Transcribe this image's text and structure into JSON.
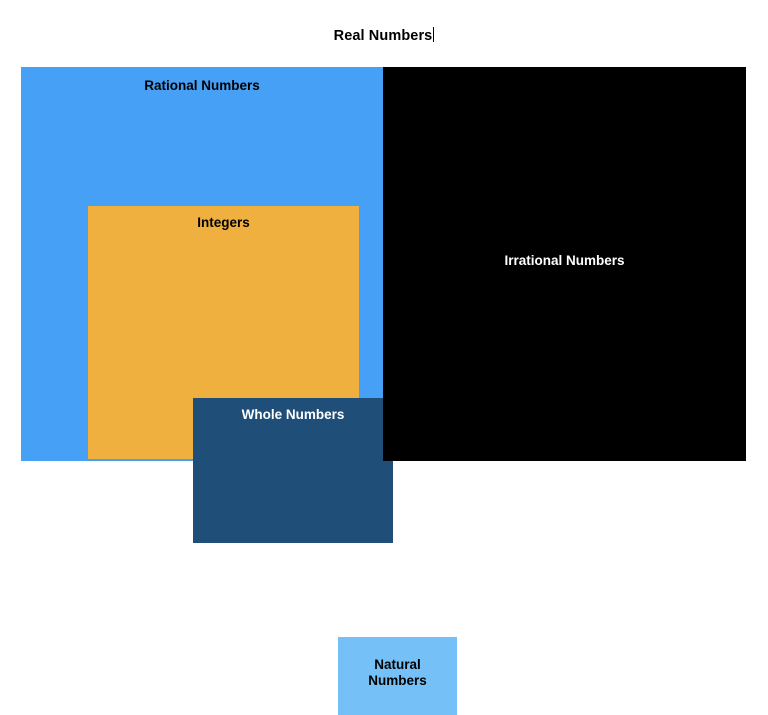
{
  "title": {
    "text": "Real Numbers",
    "has_caret": true
  },
  "sets": {
    "rational": {
      "label": "Rational Numbers",
      "color": "#46a0f5",
      "text_color": "#000000"
    },
    "irrational": {
      "label": "Irrational Numbers",
      "color": "#000000",
      "text_color": "#ffffff"
    },
    "integers": {
      "label": "Integers",
      "color": "#f0b040",
      "text_color": "#000000"
    },
    "whole": {
      "label": "Whole Numbers",
      "color": "#1f4e79",
      "text_color": "#ffffff"
    },
    "natural": {
      "label": "Natural\nNumbers",
      "color": "#74c0f7",
      "text_color": "#000000"
    }
  },
  "background": "#ffffff"
}
